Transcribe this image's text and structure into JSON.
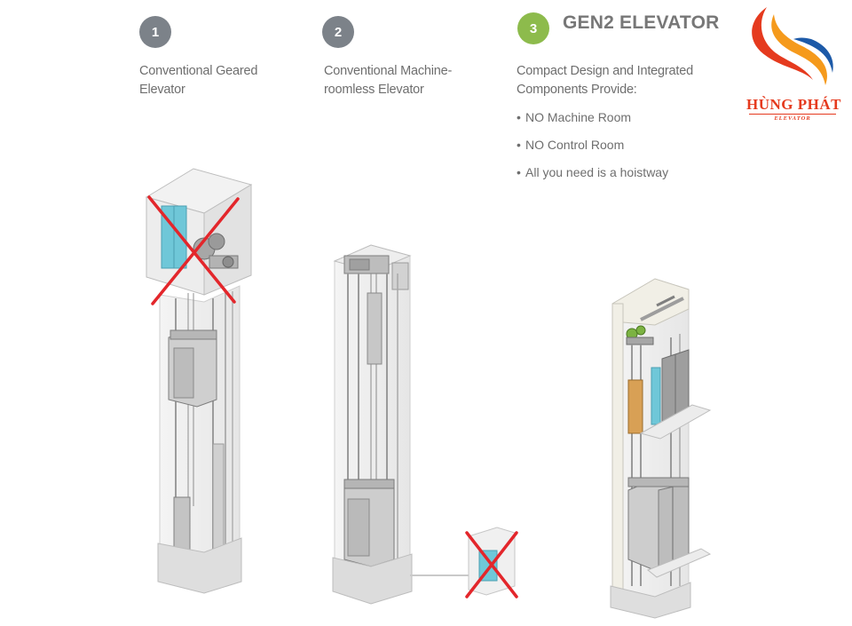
{
  "columns": [
    {
      "number": "1",
      "title_line1": "Conventional Geared",
      "title_line2": "Elevator"
    },
    {
      "number": "2",
      "title_line1": "Conventional Machine-",
      "title_line2": "roomless Elevator"
    },
    {
      "number": "3",
      "heading": "GEN2 ELEVATOR",
      "title_line1": "Compact Design and Integrated",
      "title_line2": "Components Provide:"
    }
  ],
  "bullets": [
    "NO Machine Room",
    "NO Control Room",
    "All you need is a hoistway"
  ],
  "logo": {
    "name": "HÙNG PHÁT",
    "tagline": "ELEVATOR"
  },
  "colors": {
    "step_gray": "#7c8289",
    "step_green": "#8dbb4c",
    "cross_red": "#e3262b",
    "cabinet_cyan": "#6fc7d8",
    "logo_red": "#e53a1e",
    "logo_orange": "#f59a1c",
    "logo_blue": "#1d5aa8"
  }
}
